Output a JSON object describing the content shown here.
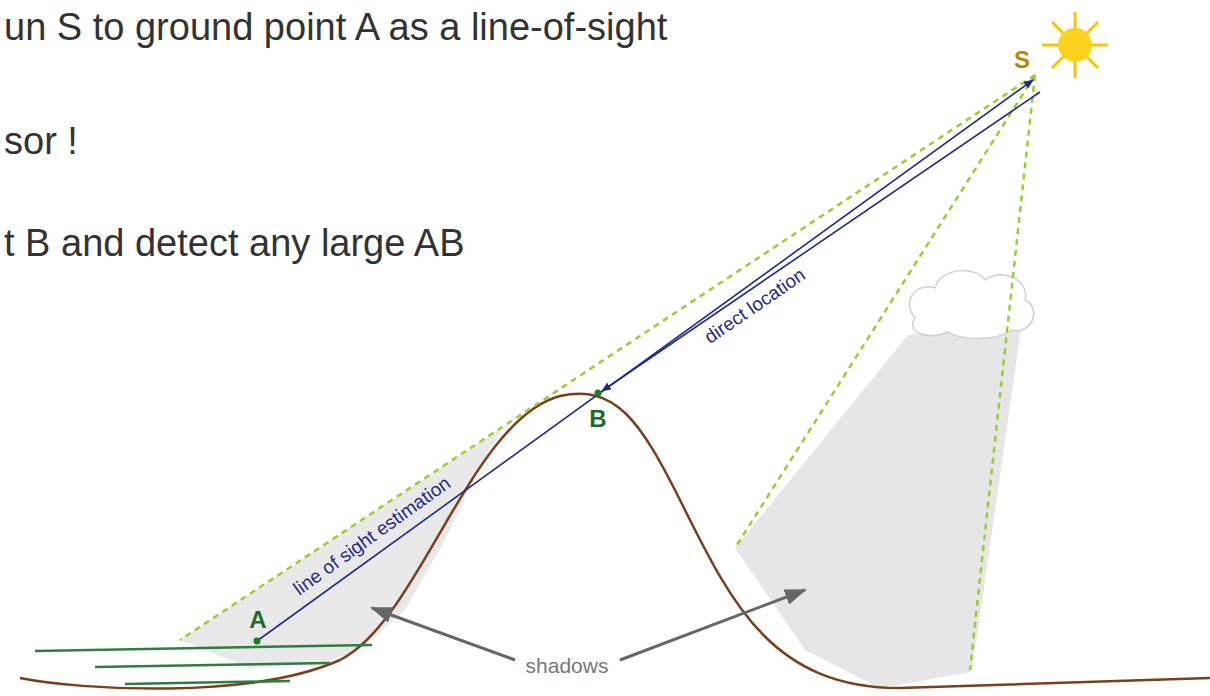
{
  "diagram": {
    "labels": [
      "un S to ground point A as a line-of-sight",
      "sor !",
      "t B and detect any large AB",
      "S",
      "direct location",
      "B",
      "line of sight estimation",
      "A",
      "shadows"
    ]
  }
}
